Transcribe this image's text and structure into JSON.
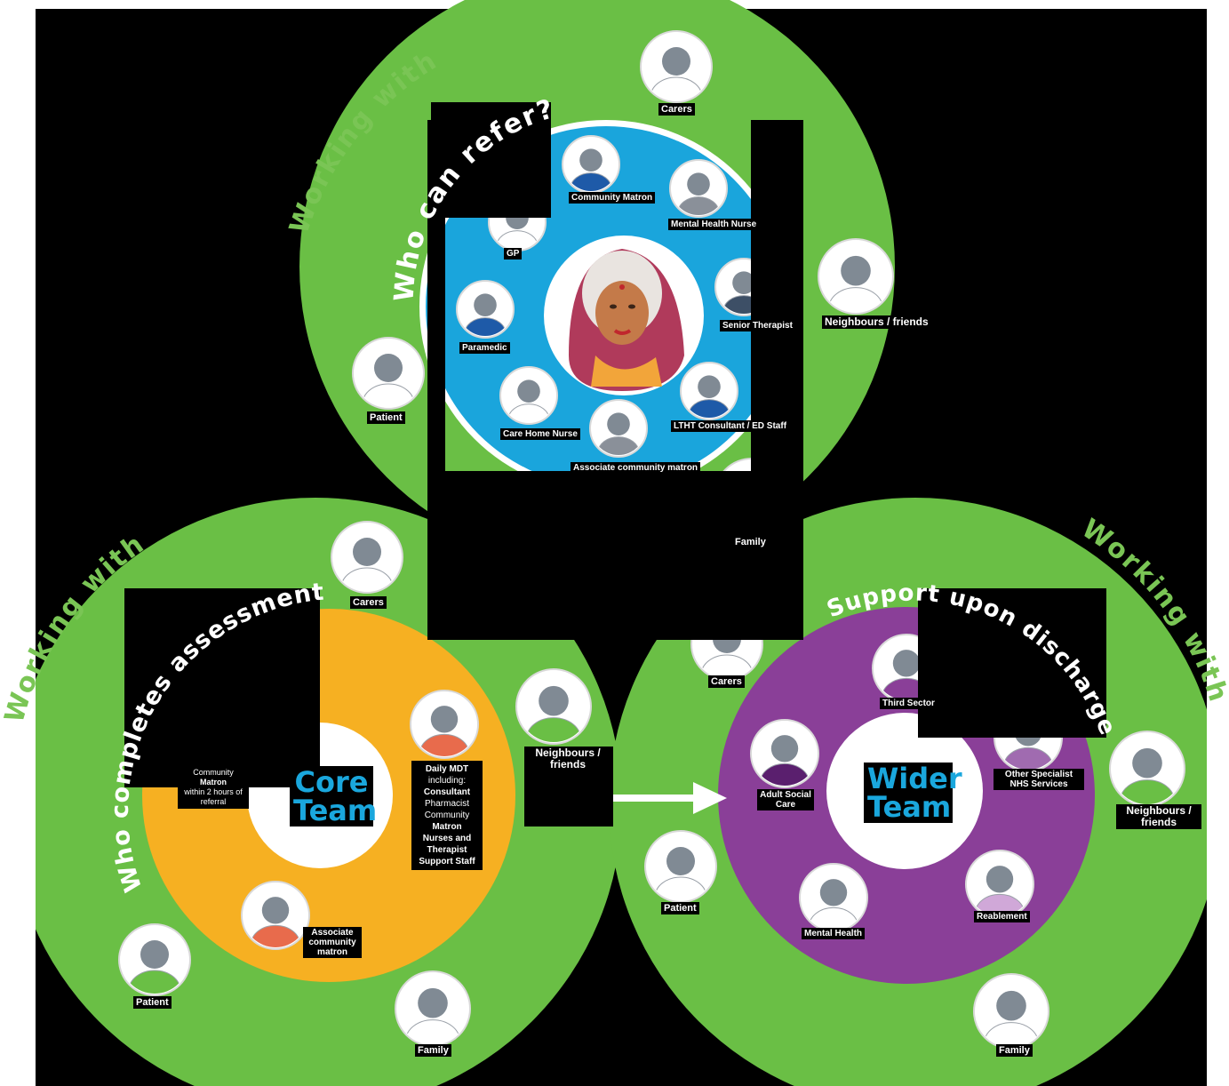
{
  "colors": {
    "background": "#000000",
    "outer_green": "#6abf45",
    "refer_blue": "#1aa5dc",
    "core_orange": "#f6b022",
    "wider_purple": "#8a3f98",
    "heading_green": "#7ac555",
    "team_text": "#1aa7dd"
  },
  "headings": {
    "working_with": "Working with",
    "who_can_refer": "Who can refer?",
    "who_completes": "Who completes assessment?",
    "support_discharge": "Support upon discharge"
  },
  "refer": {
    "community_matron": "Community Matron",
    "mental_health_nurse": "Mental Health Nurse",
    "gp": "GP",
    "senior_therapist": "Senior Therapist",
    "paramedic": "Paramedic",
    "care_home_nurse": "Care Home Nurse",
    "lth_consultant": "LTHT Consultant / ED Staff",
    "associate_matron": "Associate community matron"
  },
  "top_circle": {
    "carers": "Carers",
    "neighbours": "Neighbours / friends",
    "patient": "Patient",
    "family": "Family"
  },
  "core": {
    "team_label": "Core Team",
    "community_matron_line1": "Community",
    "community_matron_line2": "Matron",
    "referral_note": "within 2 hours of referral",
    "mdt_title": "Daily MDT",
    "mdt_including": "including:",
    "mdt_consultant": "Consultant",
    "mdt_pharmacist": "Pharmacist",
    "mdt_matron_line1": "Community",
    "mdt_matron_line2": "Matron",
    "mdt_nurses": "Nurses and Therapist Support Staff",
    "associate_matron": "Associate community matron"
  },
  "left_circle": {
    "carers": "Carers",
    "neighbours": "Neighbours / friends",
    "patient": "Patient",
    "family": "Family"
  },
  "wider": {
    "team_label": "Wider Team",
    "third_sector": "Third Sector",
    "adult_social_care": "Adult Social Care",
    "other_nhs": "Other Specialist NHS Services",
    "mental_health": "Mental Health",
    "reablement": "Reablement"
  },
  "right_circle": {
    "carers": "Carers",
    "neighbours": "Neighbours / friends",
    "patient": "Patient",
    "family": "Family"
  }
}
